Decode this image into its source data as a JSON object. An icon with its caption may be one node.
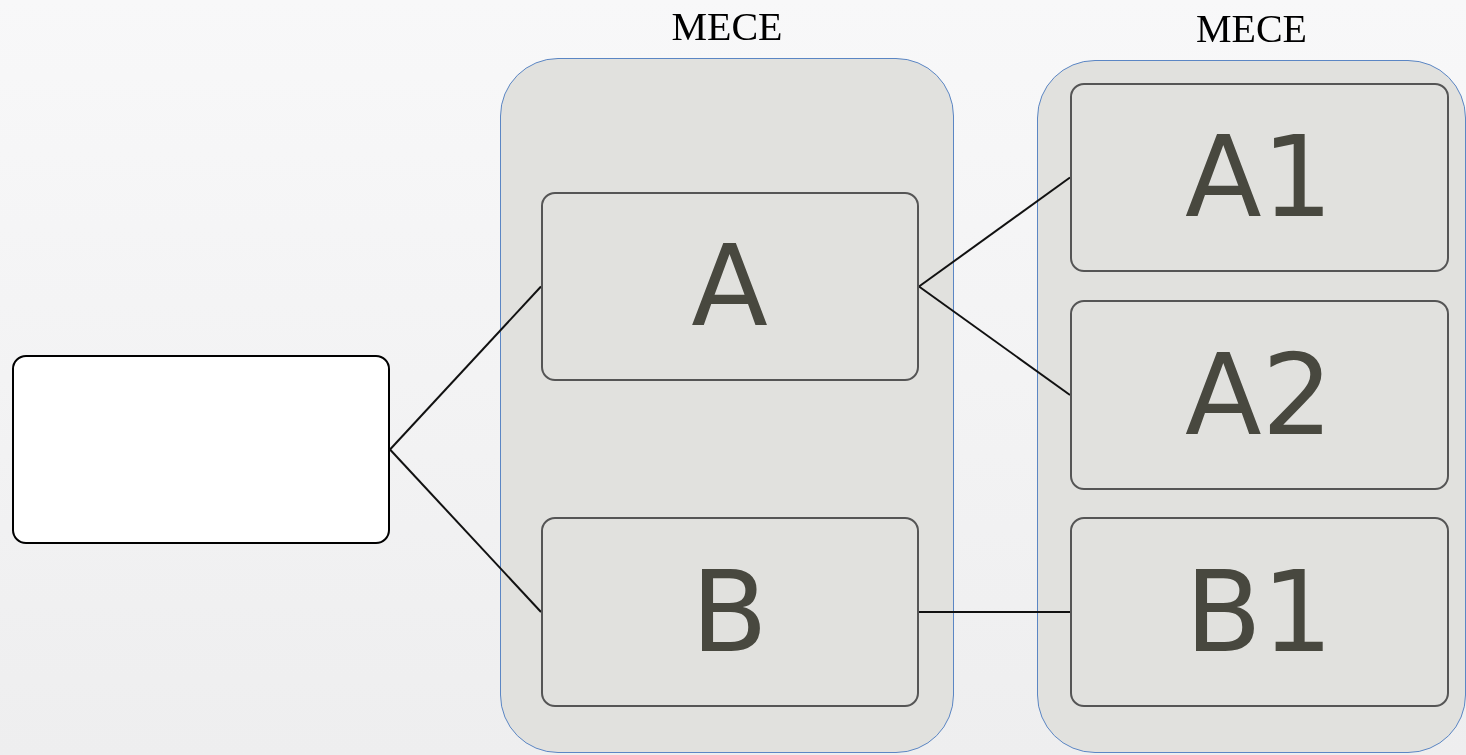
{
  "diagram": {
    "nodes": [
      {
        "text": [],
        "shape": "box"
      },
      {
        "text": [
          "MECE"
        ]
      },
      {
        "text": [
          "A"
        ],
        "in": 1
      },
      {
        "text": [
          "B"
        ],
        "in": 1
      },
      {
        "text": [
          "MECE"
        ]
      },
      {
        "text": [
          "A1"
        ],
        "in": 4
      },
      {
        "text": [
          "A2"
        ],
        "in": 4
      },
      {
        "text": [
          "B1"
        ],
        "in": 4
      }
    ],
    "edges": [
      {
        "from": 0,
        "to": 2,
        "arrow": "none"
      },
      {
        "from": 0,
        "to": 3,
        "arrow": "none"
      },
      {
        "from": 2,
        "to": 5,
        "arrow": "none"
      },
      {
        "from": 2,
        "to": 6,
        "arrow": "none"
      },
      {
        "from": 3,
        "to": 7,
        "arrow": "none"
      }
    ]
  }
}
